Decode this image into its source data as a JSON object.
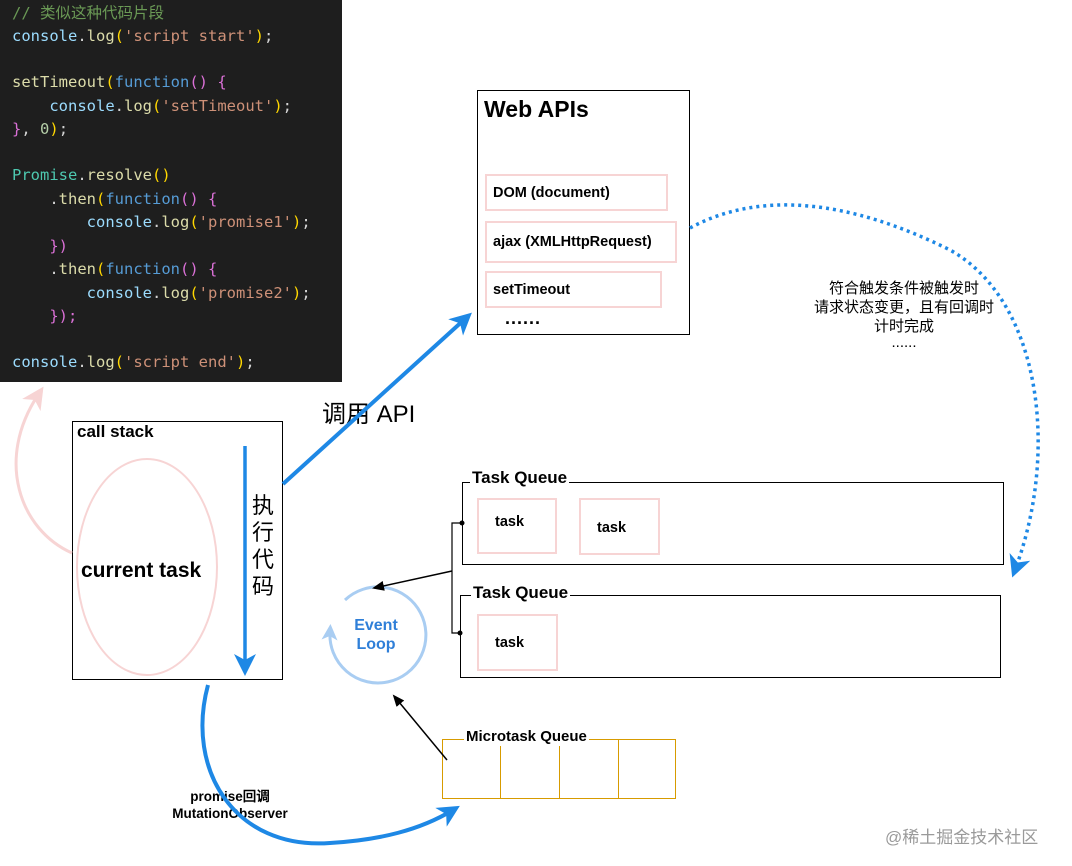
{
  "code": {
    "lines": [
      [
        {
          "t": "// 类似这种代码片段",
          "c": "c-comment"
        }
      ],
      [
        {
          "t": "console",
          "c": "c-ident"
        },
        {
          "t": ".",
          "c": "c-punc"
        },
        {
          "t": "log",
          "c": "c-fn"
        },
        {
          "t": "(",
          "c": "c-brace"
        },
        {
          "t": "'script start'",
          "c": "c-str"
        },
        {
          "t": ")",
          "c": "c-brace"
        },
        {
          "t": ";",
          "c": "c-punc"
        }
      ],
      [],
      [
        {
          "t": "setTimeout",
          "c": "c-fn"
        },
        {
          "t": "(",
          "c": "c-brace"
        },
        {
          "t": "function",
          "c": "c-kw"
        },
        {
          "t": "() ",
          "c": "c-brace2"
        },
        {
          "t": "{",
          "c": "c-brace2"
        }
      ],
      [
        {
          "t": "    console",
          "c": "c-ident"
        },
        {
          "t": ".",
          "c": "c-punc"
        },
        {
          "t": "log",
          "c": "c-fn"
        },
        {
          "t": "(",
          "c": "c-brace"
        },
        {
          "t": "'setTimeout'",
          "c": "c-str"
        },
        {
          "t": ")",
          "c": "c-brace"
        },
        {
          "t": ";",
          "c": "c-punc"
        }
      ],
      [
        {
          "t": "}",
          "c": "c-brace2"
        },
        {
          "t": ", ",
          "c": "c-punc"
        },
        {
          "t": "0",
          "c": "c-num"
        },
        {
          "t": ")",
          "c": "c-brace"
        },
        {
          "t": ";",
          "c": "c-punc"
        }
      ],
      [],
      [
        {
          "t": "Promise",
          "c": "c-type"
        },
        {
          "t": ".",
          "c": "c-punc"
        },
        {
          "t": "resolve",
          "c": "c-fn"
        },
        {
          "t": "()",
          "c": "c-brace"
        }
      ],
      [
        {
          "t": "    .",
          "c": "c-punc"
        },
        {
          "t": "then",
          "c": "c-fn"
        },
        {
          "t": "(",
          "c": "c-brace"
        },
        {
          "t": "function",
          "c": "c-kw"
        },
        {
          "t": "() ",
          "c": "c-brace2"
        },
        {
          "t": "{",
          "c": "c-brace2"
        }
      ],
      [
        {
          "t": "        console",
          "c": "c-ident"
        },
        {
          "t": ".",
          "c": "c-punc"
        },
        {
          "t": "log",
          "c": "c-fn"
        },
        {
          "t": "(",
          "c": "c-brace"
        },
        {
          "t": "'promise1'",
          "c": "c-str"
        },
        {
          "t": ")",
          "c": "c-brace"
        },
        {
          "t": ";",
          "c": "c-punc"
        }
      ],
      [
        {
          "t": "    })",
          "c": "c-brace2"
        }
      ],
      [
        {
          "t": "    .",
          "c": "c-punc"
        },
        {
          "t": "then",
          "c": "c-fn"
        },
        {
          "t": "(",
          "c": "c-brace"
        },
        {
          "t": "function",
          "c": "c-kw"
        },
        {
          "t": "() ",
          "c": "c-brace2"
        },
        {
          "t": "{",
          "c": "c-brace2"
        }
      ],
      [
        {
          "t": "        console",
          "c": "c-ident"
        },
        {
          "t": ".",
          "c": "c-punc"
        },
        {
          "t": "log",
          "c": "c-fn"
        },
        {
          "t": "(",
          "c": "c-brace"
        },
        {
          "t": "'promise2'",
          "c": "c-str"
        },
        {
          "t": ")",
          "c": "c-brace"
        },
        {
          "t": ";",
          "c": "c-punc"
        }
      ],
      [
        {
          "t": "    });",
          "c": "c-brace2"
        }
      ],
      [],
      [
        {
          "t": "console",
          "c": "c-ident"
        },
        {
          "t": ".",
          "c": "c-punc"
        },
        {
          "t": "log",
          "c": "c-fn"
        },
        {
          "t": "(",
          "c": "c-brace"
        },
        {
          "t": "'script end'",
          "c": "c-str"
        },
        {
          "t": ")",
          "c": "c-brace"
        },
        {
          "t": ";",
          "c": "c-punc"
        }
      ]
    ]
  },
  "web_apis": {
    "title": "Web APIs",
    "items": [
      "DOM (document)",
      "ajax (XMLHttpRequest)",
      "setTimeout"
    ],
    "ellipsis": "......"
  },
  "call_stack": {
    "title": "call stack",
    "current_task": "current task",
    "execute_label": "执\n行\n代\n码"
  },
  "call_api_label": "调用 API",
  "trigger_note": {
    "line1": "符合触发条件被触发时",
    "line2": "请求状态变更，且有回调时",
    "line3": "计时完成",
    "line4": "......"
  },
  "task_queue_1": {
    "title": "Task Queue",
    "tasks": [
      "task",
      "task"
    ]
  },
  "task_queue_2": {
    "title": "Task Queue",
    "tasks": [
      "task"
    ]
  },
  "event_loop": {
    "line1": "Event",
    "line2": "Loop"
  },
  "microtask_queue": {
    "title": "Microtask Queue"
  },
  "promise_note": {
    "line1": "promise回调",
    "line2": "MutationObserver"
  },
  "watermark": "@稀土掘金技术社区",
  "colors": {
    "blue_arrow": "#1e88e5",
    "pink": "#f7d4d4",
    "event_loop_blue": "#4a90d9",
    "microtask_orange": "#d79b00"
  }
}
